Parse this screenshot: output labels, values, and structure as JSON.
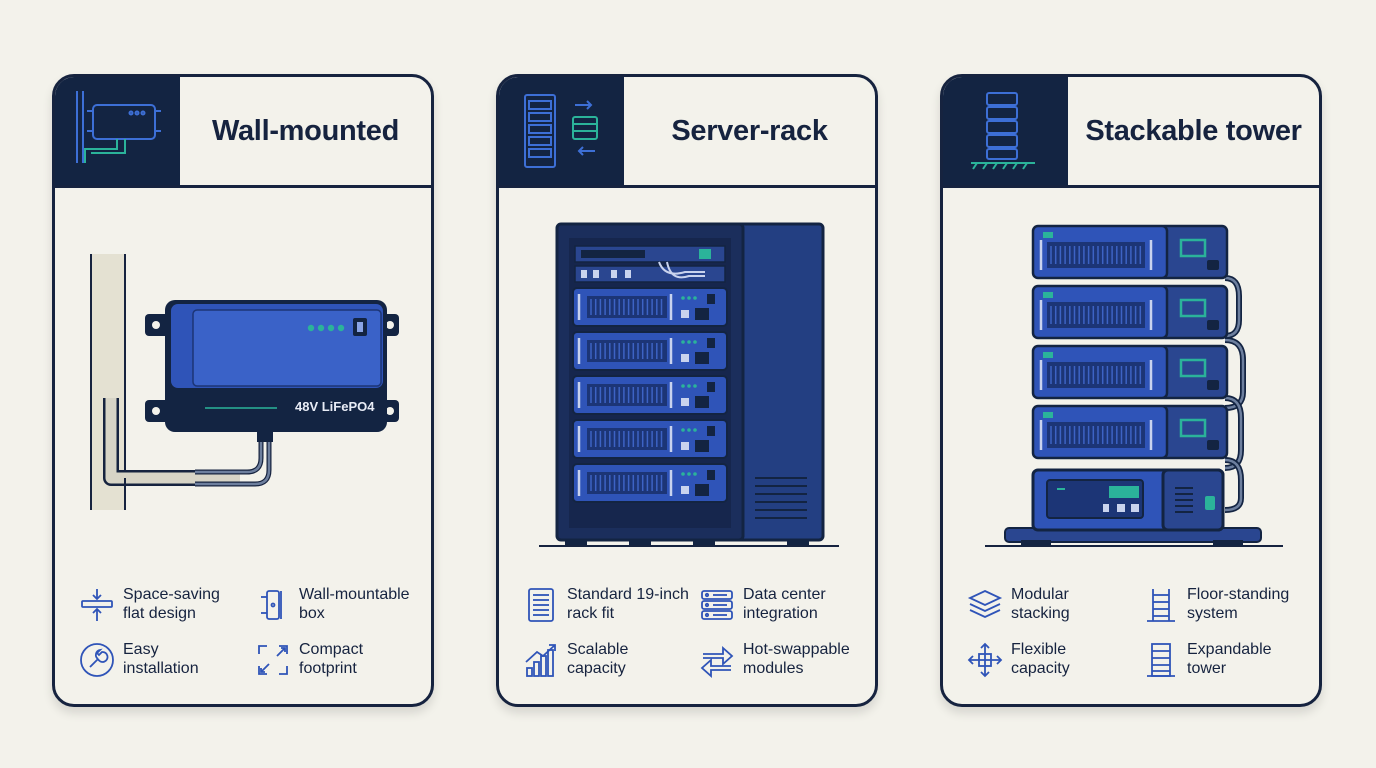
{
  "colors": {
    "navy": "#132442",
    "blue": "#2f54b8",
    "teal": "#2bb39a",
    "background": "#f3f2eb"
  },
  "cards": [
    {
      "title": "Wall-mounted",
      "header_icon": "wall-box-icon",
      "device_label": "48V LiFePO4",
      "features": [
        {
          "icon": "flat-design-icon",
          "label": "Space-saving\nflat design"
        },
        {
          "icon": "wall-box-icon",
          "label": "Wall-mountable\nbox"
        },
        {
          "icon": "wrench-icon",
          "label": "Easy\ninstallation"
        },
        {
          "icon": "compact-arrows-icon",
          "label": "Compact\nfootprint"
        }
      ]
    },
    {
      "title": "Server-rack",
      "header_icon": "server-rack-icon",
      "features": [
        {
          "icon": "rack-icon",
          "label": "Standard 19-inch\nrack fit"
        },
        {
          "icon": "server-stack-icon",
          "label": "Data center\nintegration"
        },
        {
          "icon": "growth-chart-icon",
          "label": "Scalable\ncapacity"
        },
        {
          "icon": "swap-arrows-icon",
          "label": "Hot-swappable\nmodules"
        }
      ]
    },
    {
      "title": "Stackable tower",
      "header_icon": "tower-icon",
      "features": [
        {
          "icon": "layers-icon",
          "label": "Modular\nstacking"
        },
        {
          "icon": "ladder-tower-icon",
          "label": "Floor-standing\nsystem"
        },
        {
          "icon": "move-arrows-icon",
          "label": "Flexible\ncapacity"
        },
        {
          "icon": "expandable-tower-icon",
          "label": "Expandable\ntower"
        }
      ]
    }
  ]
}
